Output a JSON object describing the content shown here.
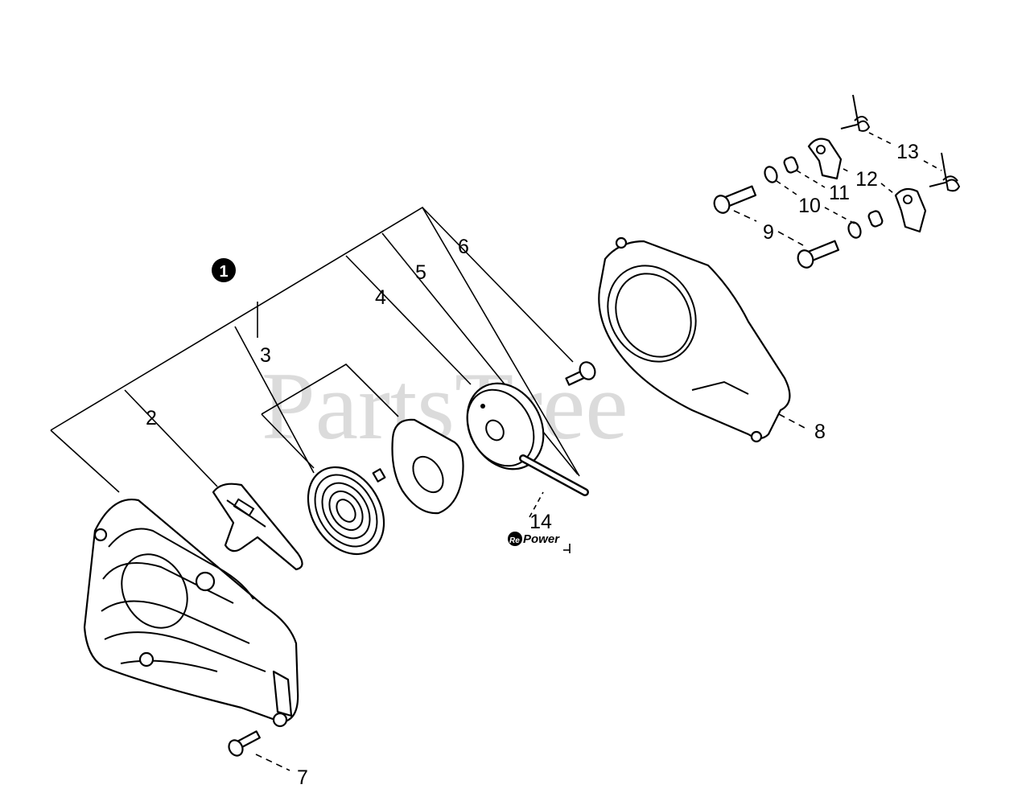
{
  "watermark": "PartsTree",
  "watermark_mark": "™",
  "assembly_badge": "1",
  "repower_logo": {
    "prefix": "Re",
    "suffix": "Power"
  },
  "callouts": {
    "n2": "2",
    "n3": "3",
    "n4": "4",
    "n5": "5",
    "n6": "6",
    "n7": "7",
    "n8": "8",
    "n9": "9",
    "n10": "10",
    "n11": "11",
    "n12": "12",
    "n13": "13",
    "n14": "14"
  }
}
